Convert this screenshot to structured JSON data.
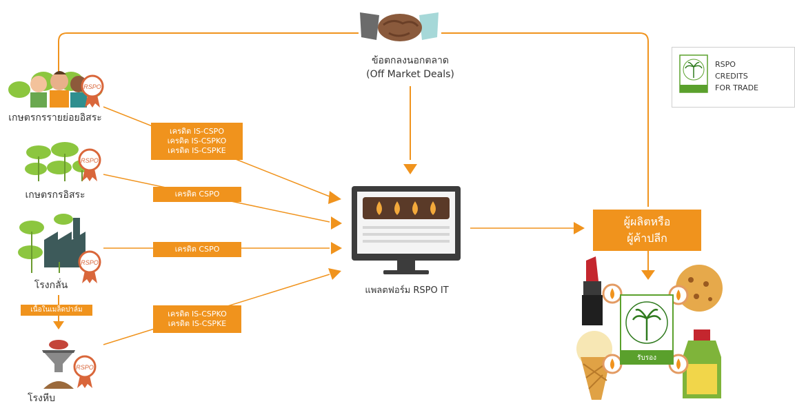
{
  "sources": [
    {
      "id": "independent-smallholders",
      "label": "เกษตรกรรายย่อยอิสระ"
    },
    {
      "id": "independent-farmers",
      "label": "เกษตรกรอิสระ"
    },
    {
      "id": "mill",
      "label": "โรงกลั่น"
    },
    {
      "id": "kernel-crusher",
      "label": "โรงหีบ"
    }
  ],
  "credits": {
    "smallholders": [
      "เครดิต IS-CSPO",
      "เครดิต IS-CSPKO",
      "เครดิต IS-CSPKE"
    ],
    "farmers": [
      "เครดิต CSPO"
    ],
    "mill": [
      "เครดิต CSPO"
    ],
    "crusher": [
      "เครดิต IS-CSPKO",
      "เครดิต IS-CSPKE"
    ]
  },
  "mill_to_crusher_label": "เนื้อในเมล็ดปาล์ม",
  "off_market": {
    "line1": "ข้อตกลงนอกตลาด",
    "line2": "(Off Market Deals)"
  },
  "platform": {
    "label": "แพลตฟอร์ม RSPO IT"
  },
  "buyer": {
    "line1": "ผู้ผลิตหรือ",
    "line2": "ผู้ค้าปลีก"
  },
  "legend": {
    "lines": [
      "RSPO",
      "CREDITS",
      "FOR TRADE"
    ]
  },
  "rspo_badge": "RSPO",
  "label_certified": "รับรอง",
  "colors": {
    "accent": "#f0931d",
    "palm": "#8cc63f",
    "monitor": "#3c3c3c"
  }
}
